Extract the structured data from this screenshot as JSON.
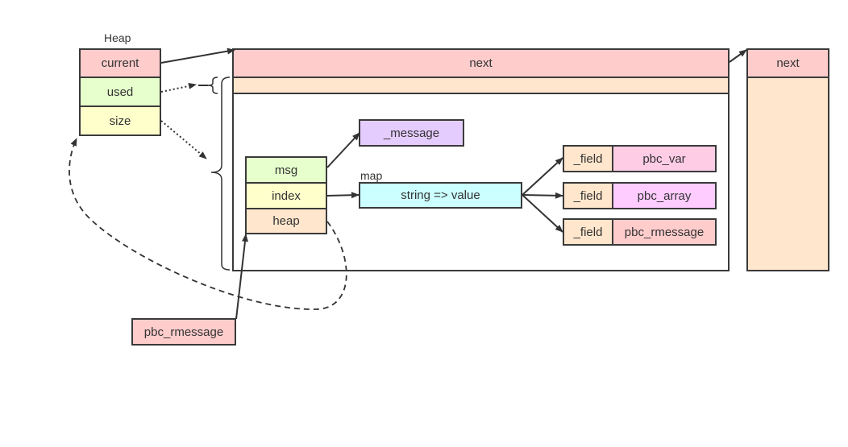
{
  "heap": {
    "title": "Heap",
    "fields": [
      {
        "label": "current",
        "color": "#ffcccc"
      },
      {
        "label": "used",
        "color": "#e6ffcc"
      },
      {
        "label": "size",
        "color": "#ffffcc"
      }
    ]
  },
  "block": {
    "header": "next",
    "header_color": "#ffcccc",
    "used_color": "#ffe6cc"
  },
  "next_block": {
    "header": "next",
    "header_color": "#ffcccc",
    "body_color": "#ffe6cc"
  },
  "rmessage": {
    "fields": [
      {
        "label": "msg",
        "color": "#e6ffcc"
      },
      {
        "label": "index",
        "color": "#ffffcc"
      },
      {
        "label": "heap",
        "color": "#ffe6cc"
      }
    ]
  },
  "message": {
    "label": "_message",
    "color": "#e5ccff"
  },
  "map": {
    "caption": "map",
    "label": "string => value",
    "color": "#ccffff"
  },
  "fields": [
    {
      "key": "_field",
      "key_color": "#ffe6cc",
      "value": "pbc_var",
      "value_color": "#ffcce6"
    },
    {
      "key": "_field",
      "key_color": "#ffe6cc",
      "value": "pbc_array",
      "value_color": "#ffccff"
    },
    {
      "key": "_field",
      "key_color": "#ffe6cc",
      "value": "pbc_rmessage",
      "value_color": "#ffcccc"
    }
  ],
  "pointer": {
    "label": "pbc_rmessage",
    "color": "#ffcccc"
  }
}
